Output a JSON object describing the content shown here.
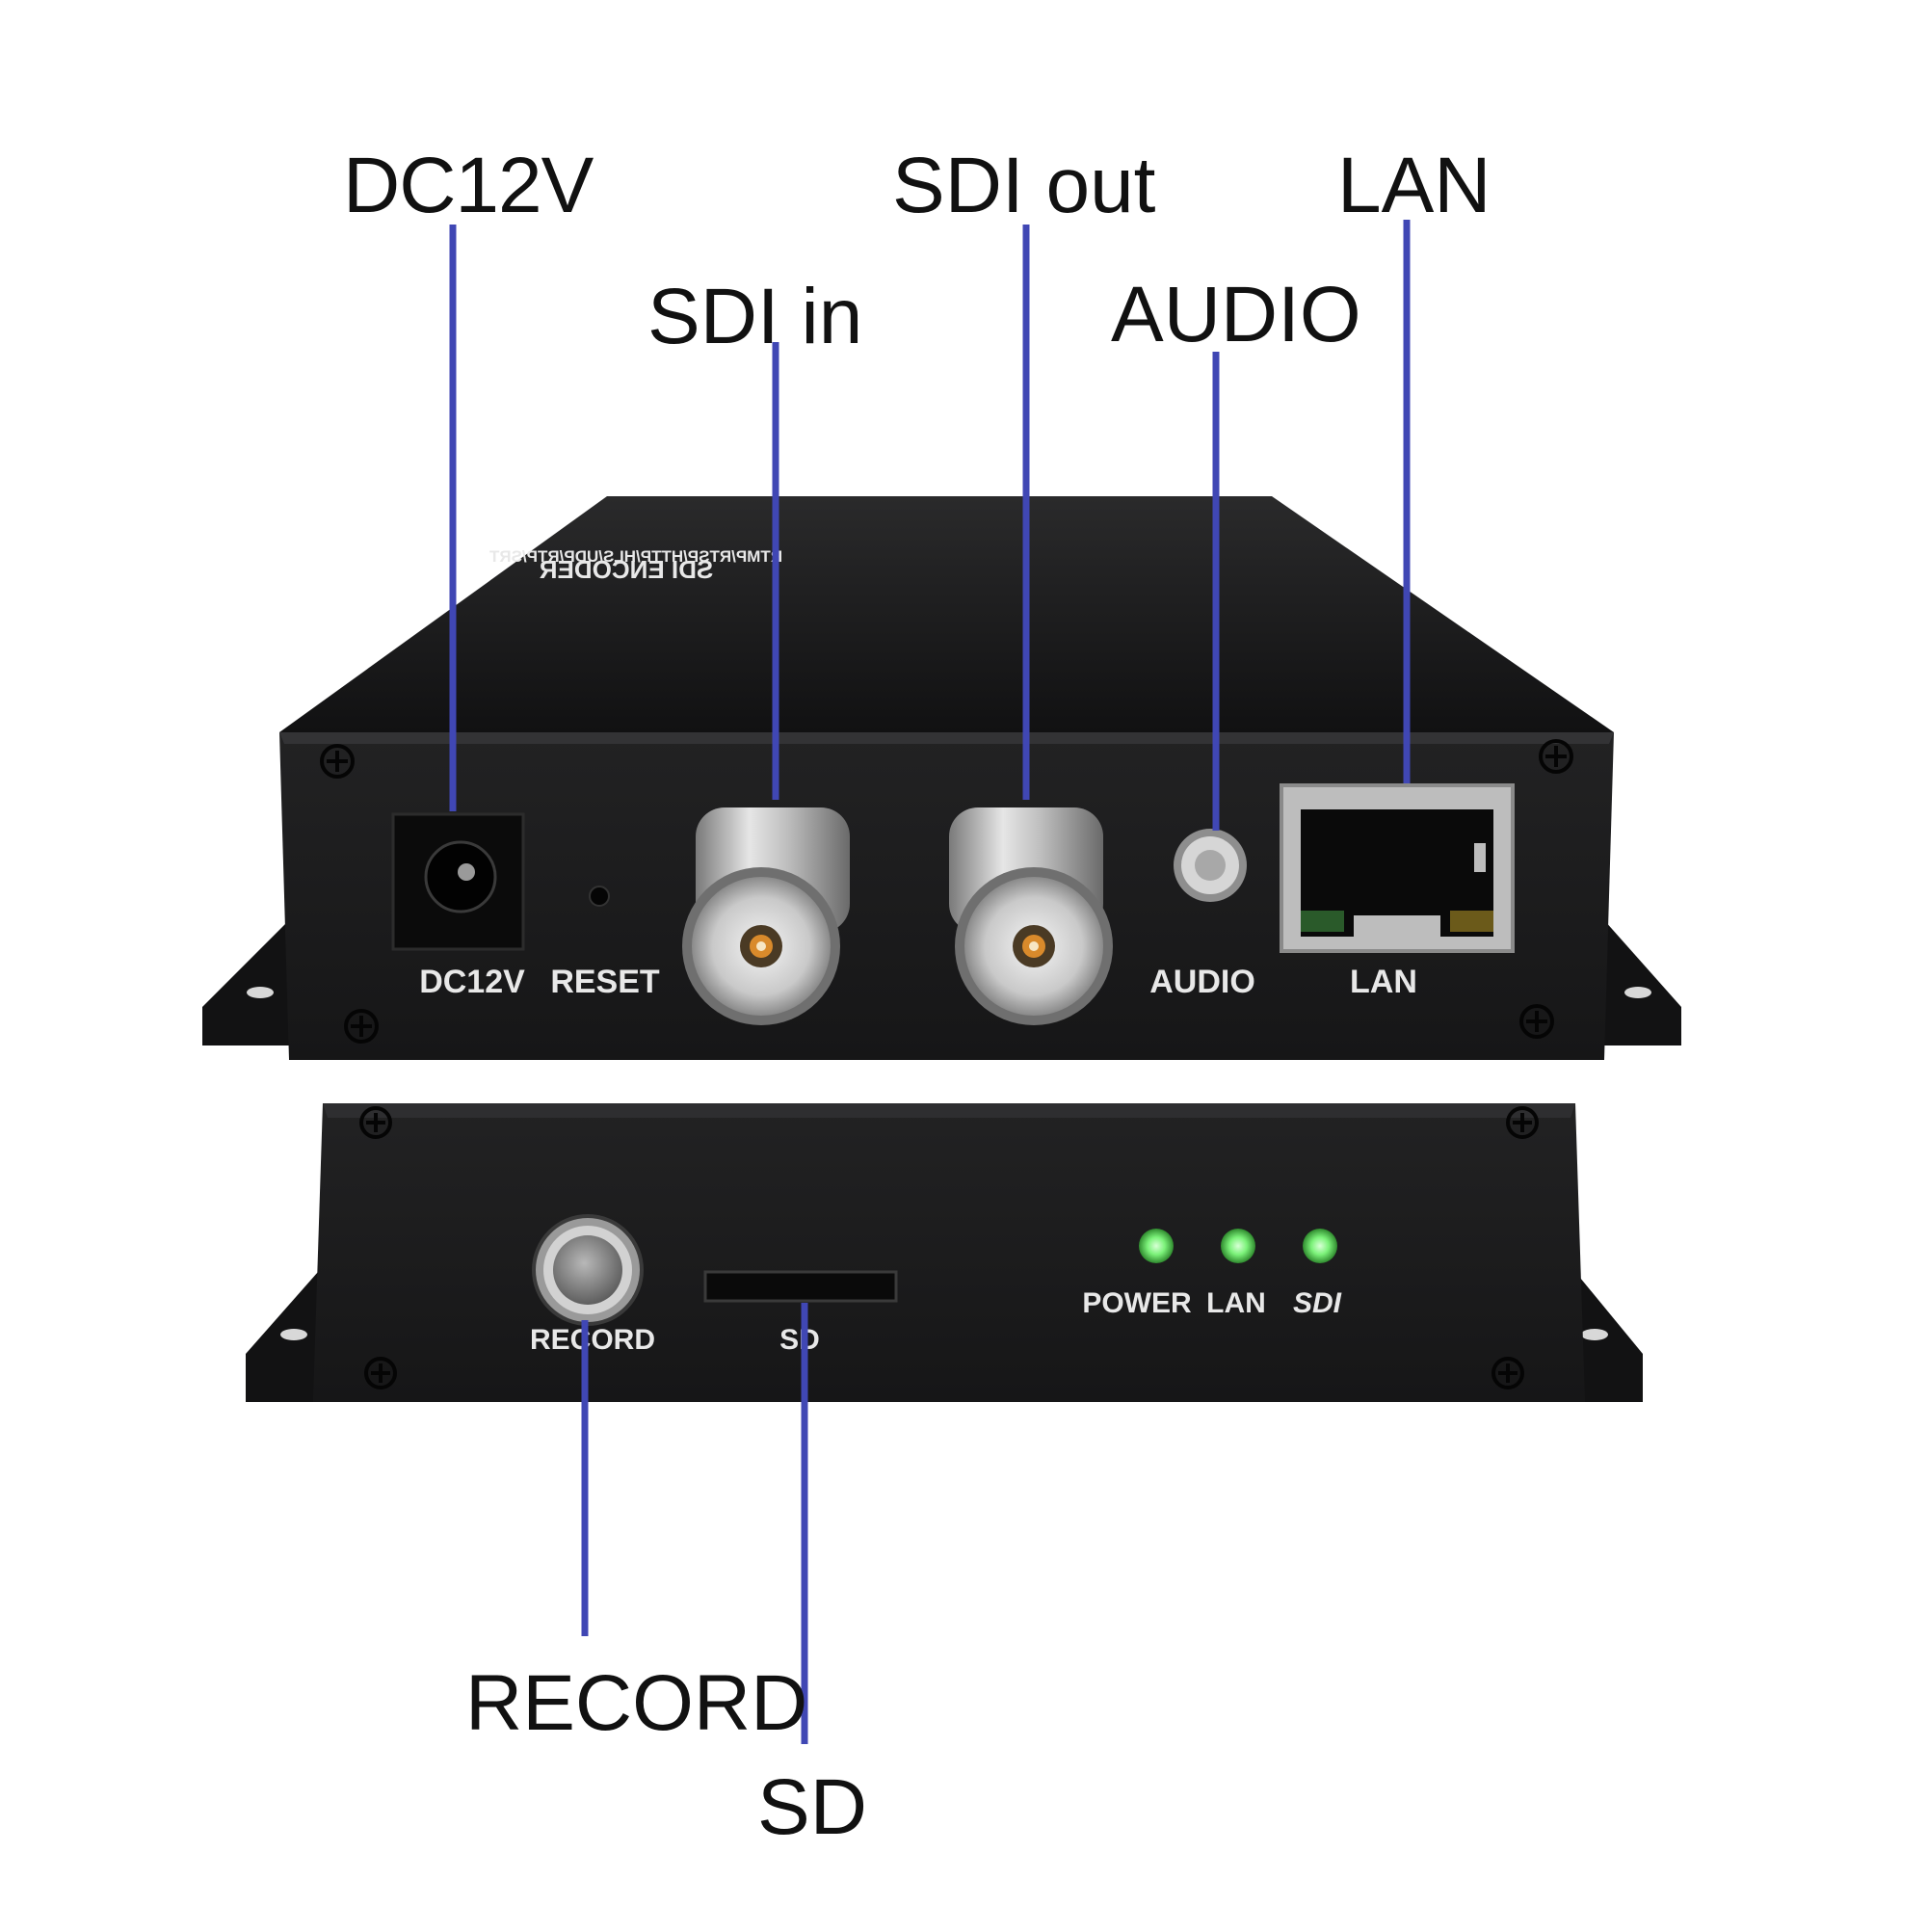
{
  "callouts": {
    "dc12v": "DC12V",
    "sdi_in": "SDI in",
    "sdi_out": "SDI out",
    "audio": "AUDIO",
    "lan": "LAN",
    "record": "RECORD",
    "sd": "SD"
  },
  "device": {
    "top_print": {
      "line1": "SDI ENCODER",
      "line2": "RTMP/RTSP/HTTP/HLS/UDP/RTP/SRT"
    },
    "rear_labels": {
      "dc12v": "DC12V",
      "reset": "RESET",
      "audio": "AUDIO",
      "lan": "LAN"
    },
    "front_labels": {
      "record": "RECORD",
      "sd": "SD",
      "power": "POWER",
      "lan": "LAN",
      "sdi": "SDI"
    }
  },
  "colors": {
    "leader_line": "#4047b4",
    "led": "#7cf27a",
    "chassis": "#1c1c1d"
  }
}
